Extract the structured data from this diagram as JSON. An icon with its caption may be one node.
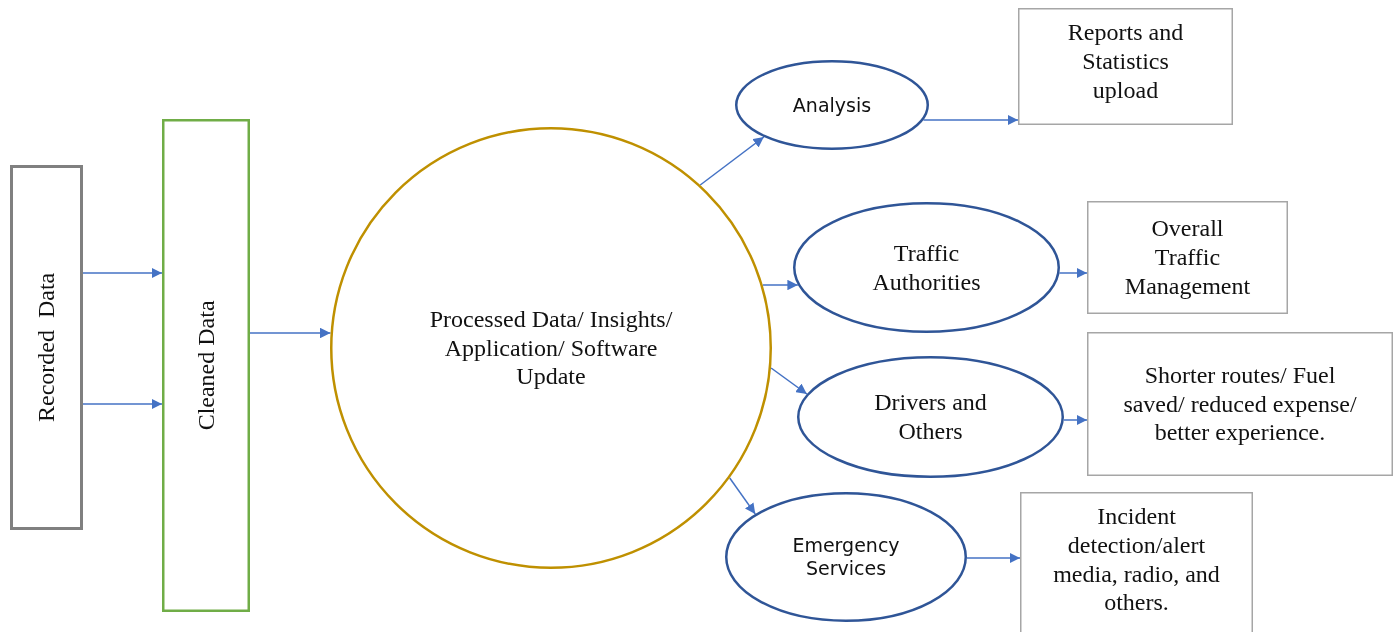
{
  "diagram": {
    "nodes": [
      {
        "text": [
          "Recorded  Data"
        ]
      },
      {
        "text": [
          "Cleaned Data"
        ]
      },
      {
        "text": [
          "Processed Data/ Insights/ Application/ Software Update"
        ]
      },
      {
        "text": [
          "Analysis"
        ]
      },
      {
        "text": [
          "Reports and Statistics upload"
        ]
      },
      {
        "text": [
          "Traffic Authorities"
        ]
      },
      {
        "text": [
          "Overall Traffic Management"
        ]
      },
      {
        "text": [
          "Drivers and Others"
        ]
      },
      {
        "text": [
          "Shorter routes/ Fuel saved/ reduced expense/ better experience."
        ]
      },
      {
        "text": [
          "Emergency Services"
        ]
      },
      {
        "text": [
          "Incident detection/alert media, radio, and others."
        ]
      }
    ],
    "edges": [
      {
        "from": 0,
        "to": 1,
        "arrow": "to"
      },
      {
        "from": 0,
        "to": 1,
        "arrow": "to"
      },
      {
        "from": 1,
        "to": 2,
        "arrow": "to"
      },
      {
        "from": 2,
        "to": 3,
        "arrow": "to"
      },
      {
        "from": 3,
        "to": 4,
        "arrow": "to"
      },
      {
        "from": 2,
        "to": 5,
        "arrow": "to"
      },
      {
        "from": 5,
        "to": 6,
        "arrow": "to"
      },
      {
        "from": 2,
        "to": 7,
        "arrow": "to"
      },
      {
        "from": 7,
        "to": 8,
        "arrow": "to"
      },
      {
        "from": 2,
        "to": 9,
        "arrow": "to"
      },
      {
        "from": 9,
        "to": 10,
        "arrow": "to"
      }
    ]
  }
}
